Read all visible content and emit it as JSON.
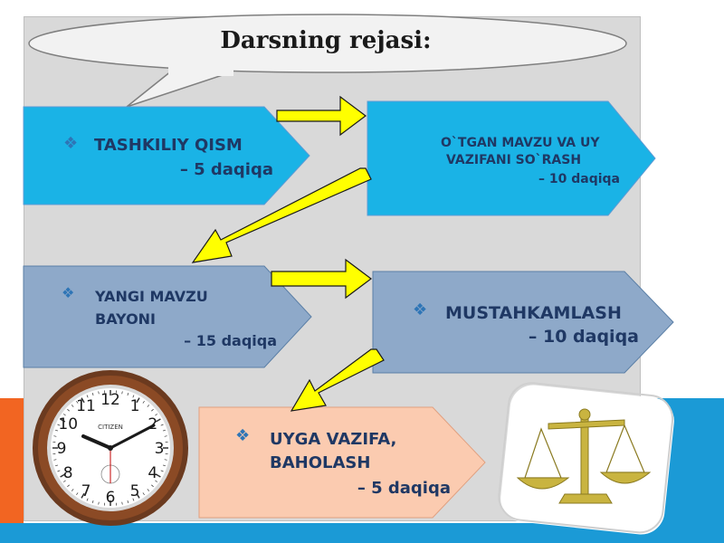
{
  "slide": {
    "title": "Darsning rejasi:",
    "bullet_glyph": "❖",
    "steps": [
      {
        "label_line1": "TASHKILIY  QISM",
        "label_line2": "",
        "duration": "– 5 daqiqa",
        "color": "#1ab3e6"
      },
      {
        "label_line1": "O`TGAN  MAVZU VA UY",
        "label_line2": "VAZIFANI  SO`RASH",
        "duration": "– 10 daqiqa",
        "color": "#1ab3e6"
      },
      {
        "label_line1": "YANGI MAVZU",
        "label_line2": "BAYONI",
        "duration": "– 15 daqiqa",
        "color": "#8ea9c9"
      },
      {
        "label_line1": "MUSTAHKAMLASH",
        "label_line2": "",
        "duration": "– 10 daqiqa",
        "color": "#8ea9c9"
      },
      {
        "label_line1": "UYGA  VAZIFA,",
        "label_line2": "BAHOLASH",
        "duration": "– 5 daqiqa",
        "color": "#fbcbb0"
      }
    ],
    "clock": {
      "brand": "CITIZEN",
      "numbers": [
        "12",
        "1",
        "2",
        "3",
        "4",
        "5",
        "6",
        "7",
        "8",
        "9",
        "10",
        "11"
      ]
    },
    "arrow_color": "#ffff00"
  }
}
